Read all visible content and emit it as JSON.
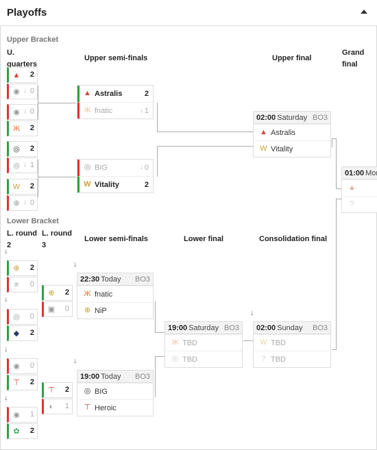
{
  "header": {
    "title": "Playoffs"
  },
  "labels": {
    "upper_bracket": "Upper Bracket",
    "u_quarters": "U. quarters",
    "upper_semis": "Upper semi-finals",
    "upper_final": "Upper final",
    "grand_final": "Grand final",
    "lower_bracket": "Lower Bracket",
    "l_round2": "L. round 2",
    "l_round3": "L. round 3",
    "lower_semis": "Lower semi-finals",
    "lower_final": "Lower final",
    "consolidation": "Consolidation final"
  },
  "symbols": {
    "down_arrow": "↓"
  },
  "colors": {
    "win": "#2ea043",
    "loss": "#d33333",
    "astralis": "#e0403a",
    "fnatic": "#f26b2c",
    "vitality": "#c7a23a"
  },
  "uq": [
    {
      "icon": "astralis-icon",
      "glyph": "▲",
      "color": "c-red",
      "score": "2",
      "win": true
    },
    {
      "icon": "team-icon",
      "glyph": "◉",
      "color": "c-grey",
      "score": "0",
      "win": false
    },
    {
      "icon": "team-icon",
      "glyph": "◉",
      "color": "c-grey",
      "score": "0",
      "win": false
    },
    {
      "icon": "fnatic-icon",
      "glyph": "Ж",
      "color": "c-orange",
      "score": "2",
      "win": true
    },
    {
      "icon": "big-icon",
      "glyph": "◎",
      "color": "c-dark",
      "score": "2",
      "win": true
    },
    {
      "icon": "team-icon",
      "glyph": "◎",
      "color": "c-grey",
      "score": "1",
      "win": false
    },
    {
      "icon": "vitality-icon",
      "glyph": "W",
      "color": "c-gold",
      "score": "2",
      "win": true
    },
    {
      "icon": "team-icon",
      "glyph": "⊕",
      "color": "c-grey",
      "score": "0",
      "win": false
    }
  ],
  "usf": [
    {
      "rows": [
        {
          "name": "Astralis",
          "score": "2",
          "win": true,
          "icon": "astralis-icon",
          "glyph": "▲",
          "color": "c-red"
        },
        {
          "name": "fnatic",
          "score": "1",
          "win": false,
          "icon": "fnatic-icon",
          "glyph": "Ж",
          "color": "c-orange"
        }
      ]
    },
    {
      "rows": [
        {
          "name": "BIG",
          "score": "0",
          "win": false,
          "icon": "big-icon",
          "glyph": "◎",
          "color": "c-grey"
        },
        {
          "name": "Vitality",
          "score": "2",
          "win": true,
          "icon": "vitality-icon",
          "glyph": "W",
          "color": "c-gold"
        }
      ]
    }
  ],
  "upper_final": {
    "time": "02:00",
    "day": "Saturday",
    "format": "BO3",
    "rows": [
      {
        "name": "Astralis",
        "icon": "astralis-icon",
        "glyph": "▲",
        "color": "c-red"
      },
      {
        "name": "Vitality",
        "icon": "vitality-icon",
        "glyph": "W",
        "color": "c-gold"
      }
    ]
  },
  "grand_final": {
    "time": "01:00",
    "day": "Mon"
  },
  "lr2": [
    {
      "icon": "ence-icon",
      "glyph": "⊕",
      "color": "c-gold",
      "score": "2",
      "win": true
    },
    {
      "icon": "team-icon",
      "glyph": "≡",
      "color": "c-grey",
      "score": "0",
      "win": false
    },
    {
      "icon": "team-icon",
      "glyph": "◎",
      "color": "c-grey",
      "score": "0",
      "win": false
    },
    {
      "icon": "og-icon",
      "glyph": "◆",
      "color": "c-navy",
      "score": "2",
      "win": true
    },
    {
      "icon": "team-icon",
      "glyph": "◉",
      "color": "c-grey",
      "score": "0",
      "win": false
    },
    {
      "icon": "heroic-icon",
      "glyph": "⊤",
      "color": "c-red",
      "score": "2",
      "win": true
    },
    {
      "icon": "team-icon",
      "glyph": "◉",
      "color": "c-grey",
      "score": "1",
      "win": false
    },
    {
      "icon": "sprout-icon",
      "glyph": "✿",
      "color": "c-green",
      "score": "2",
      "win": true
    }
  ],
  "lr3": [
    {
      "icon": "ence-icon",
      "glyph": "⊕",
      "color": "c-gold",
      "score": "2",
      "win": true
    },
    {
      "icon": "nip-icon",
      "glyph": "▣",
      "color": "c-grey",
      "score": "0",
      "win": false
    },
    {
      "icon": "heroic-icon",
      "glyph": "⊤",
      "color": "c-red",
      "score": "2",
      "win": true
    },
    {
      "icon": "team-icon",
      "glyph": "◐",
      "color": "c-grey",
      "score": "1",
      "win": false
    }
  ],
  "lsf": [
    {
      "time": "22:30",
      "day": "Today",
      "format": "BO3",
      "rows": [
        {
          "name": "fnatic",
          "icon": "fnatic-icon",
          "glyph": "Ж",
          "color": "c-orange"
        },
        {
          "name": "NiP",
          "icon": "ence-icon",
          "glyph": "⊕",
          "color": "c-gold"
        }
      ]
    },
    {
      "time": "19:00",
      "day": "Today",
      "format": "BO3",
      "rows": [
        {
          "name": "BIG",
          "icon": "big-icon",
          "glyph": "◎",
          "color": "c-dark"
        },
        {
          "name": "Heroic",
          "icon": "heroic-icon",
          "glyph": "⊤",
          "color": "c-red"
        }
      ]
    }
  ],
  "lower_final": {
    "time": "19:00",
    "day": "Saturday",
    "format": "BO3",
    "rows": [
      {
        "name": "TBD"
      },
      {
        "name": "TBD"
      }
    ]
  },
  "consolidation_final": {
    "time": "02:00",
    "day": "Sunday",
    "format": "BO3",
    "rows": [
      {
        "name": "TBD"
      },
      {
        "name": "TBD"
      }
    ]
  }
}
